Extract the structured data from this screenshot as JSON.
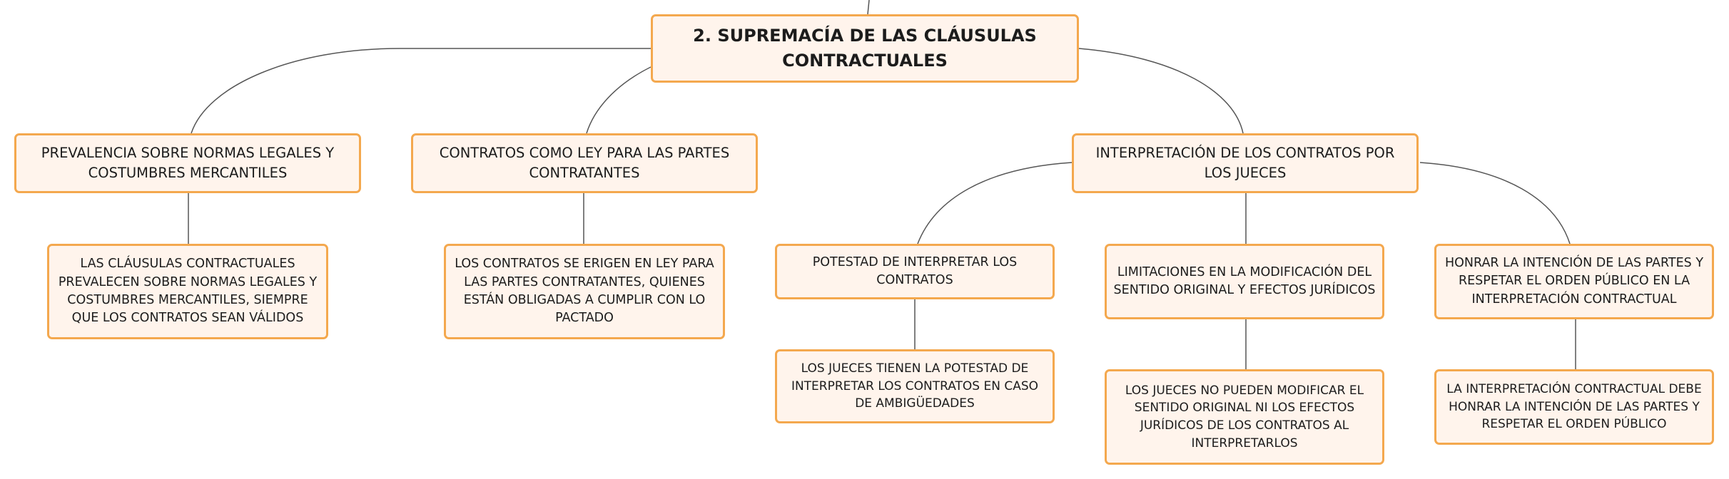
{
  "diagram": {
    "line_color": "#555555",
    "node_fill": "#fff4ec",
    "node_border": "#f4a84e",
    "root": {
      "label": "2. SUPREMACÍA DE LAS CLÁUSULAS CONTRACTUALES"
    },
    "branches": [
      {
        "label": "PREVALENCIA SOBRE NORMAS LEGALES Y COSTUMBRES MERCANTILES",
        "children": [
          {
            "label": "LAS CLÁUSULAS CONTRACTUALES PREVALECEN SOBRE NORMAS LEGALES Y COSTUMBRES MERCANTILES, SIEMPRE QUE LOS CONTRATOS SEAN VÁLIDOS"
          }
        ]
      },
      {
        "label": "CONTRATOS COMO LEY PARA LAS PARTES CONTRATANTES",
        "children": [
          {
            "label": "LOS CONTRATOS SE ERIGEN EN LEY PARA LAS PARTES CONTRATANTES, QUIENES ESTÁN OBLIGADAS A CUMPLIR CON LO PACTADO"
          }
        ]
      },
      {
        "label": "INTERPRETACIÓN DE LOS CONTRATOS POR LOS JUECES",
        "children": [
          {
            "label": "POTESTAD DE INTERPRETAR LOS CONTRATOS",
            "children": [
              {
                "label": "LOS JUECES TIENEN LA POTESTAD DE INTERPRETAR LOS CONTRATOS EN CASO DE AMBIGÜEDADES"
              }
            ]
          },
          {
            "label": "LIMITACIONES EN LA MODIFICACIÓN DEL SENTIDO ORIGINAL Y EFECTOS JURÍDICOS",
            "children": [
              {
                "label": "LOS JUECES NO PUEDEN MODIFICAR EL SENTIDO ORIGINAL NI LOS EFECTOS JURÍDICOS DE LOS CONTRATOS AL INTERPRETARLOS"
              }
            ]
          },
          {
            "label": "HONRAR LA INTENCIÓN DE LAS PARTES Y RESPETAR EL ORDEN PÚBLICO EN LA INTERPRETACIÓN CONTRACTUAL",
            "children": [
              {
                "label": "LA INTERPRETACIÓN CONTRACTUAL DEBE HONRAR LA INTENCIÓN DE LAS PARTES Y RESPETAR EL ORDEN PÚBLICO"
              }
            ]
          }
        ]
      }
    ]
  }
}
